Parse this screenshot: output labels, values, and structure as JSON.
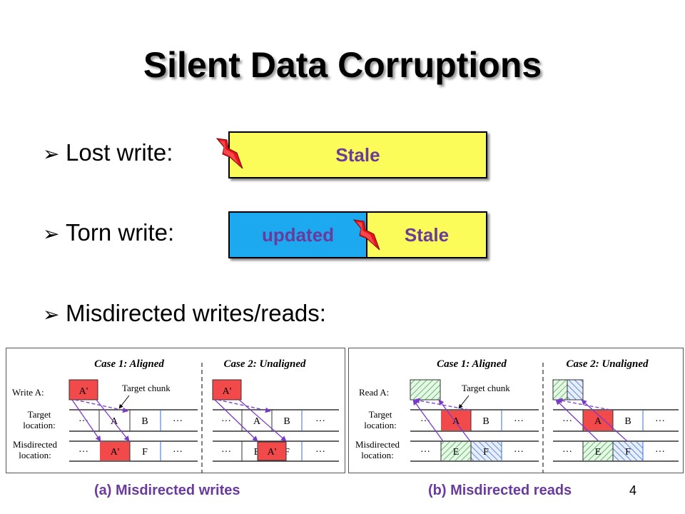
{
  "slide": {
    "title": "Silent Data Corruptions",
    "page_number": "4"
  },
  "bullets": [
    {
      "label": "Lost write:"
    },
    {
      "label": "Torn write:"
    },
    {
      "label": "Misdirected writes/reads:"
    }
  ],
  "lost_write": {
    "stale_label": "Stale"
  },
  "torn_write": {
    "updated_label": "updated",
    "stale_label": "Stale"
  },
  "colors": {
    "stale": "#fbfb5a",
    "updated": "#1ca9f0",
    "label": "#6a3a9c",
    "arrow": "#7a3ac8",
    "red_block": "#f24a4a",
    "green_hatch": "#3aa84a",
    "blue_hatch": "#3a6cd0"
  },
  "diagrams": {
    "writes": {
      "case1_title": "Case 1: Aligned",
      "case2_title": "Case 2: Unaligned",
      "op_label": "Write A:",
      "target_label_1": "Target",
      "target_label_2": "location:",
      "misdirected_label_1": "Misdirected",
      "misdirected_label_2": "location:",
      "target_chunk": "Target chunk",
      "a_prime": "A'",
      "a": "A",
      "b": "B",
      "e": "E",
      "f": "F",
      "dots": "···",
      "caption": "(a) Misdirected writes"
    },
    "reads": {
      "case1_title": "Case 1: Aligned",
      "case2_title": "Case 2: Unaligned",
      "op_label": "Read A:",
      "target_label_1": "Target",
      "target_label_2": "location:",
      "misdirected_label_1": "Misdirected",
      "misdirected_label_2": "location:",
      "target_chunk": "Target chunk",
      "a": "A",
      "b": "B",
      "e": "E",
      "f": "F",
      "dots": "···",
      "caption": "(b) Misdirected reads"
    }
  }
}
